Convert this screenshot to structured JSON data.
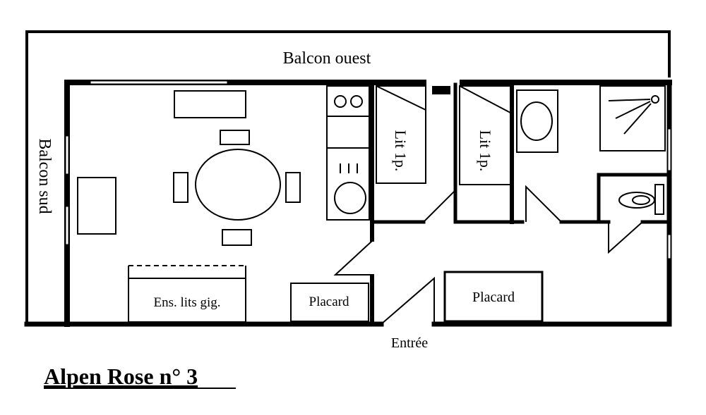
{
  "plan": {
    "title": "Alpen Rose n° 3",
    "labels": {
      "balcony_west": "Balcon ouest",
      "balcony_south": "Balcon sud",
      "bed_1": "Lit 1p.",
      "bed_2": "Lit 1p.",
      "folding_beds": "Ens. lits gig.",
      "closet_1": "Placard",
      "closet_2": "Placard",
      "entrance": "Entrée"
    },
    "colors": {
      "lines": "#000000",
      "background": "#ffffff"
    }
  }
}
